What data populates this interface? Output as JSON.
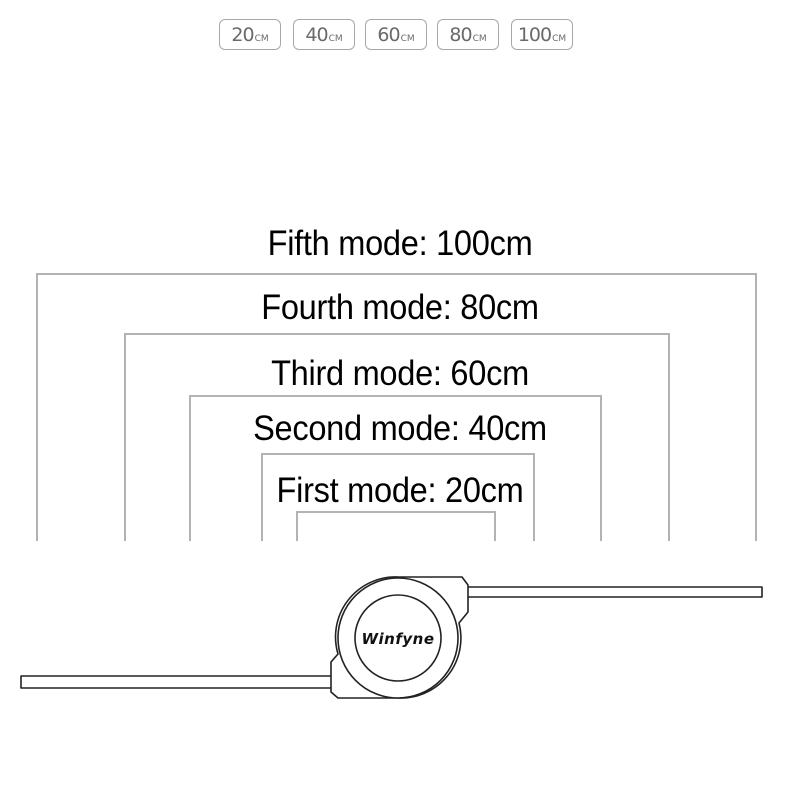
{
  "length_options": [
    {
      "value": "20",
      "unit": "CM"
    },
    {
      "value": "40",
      "unit": "CM"
    },
    {
      "value": "60",
      "unit": "CM"
    },
    {
      "value": "80",
      "unit": "CM"
    },
    {
      "value": "100",
      "unit": "CM"
    }
  ],
  "modes": [
    {
      "label": "Fifth mode: 100cm"
    },
    {
      "label": "Fourth mode: 80cm"
    },
    {
      "label": "Third mode: 60cm"
    },
    {
      "label": "Second mode: 40cm"
    },
    {
      "label": "First mode: 20cm"
    }
  ],
  "device": {
    "brand": "Winfyne",
    "outline_color": "#111111",
    "frame_color": "#b3b3b3"
  }
}
